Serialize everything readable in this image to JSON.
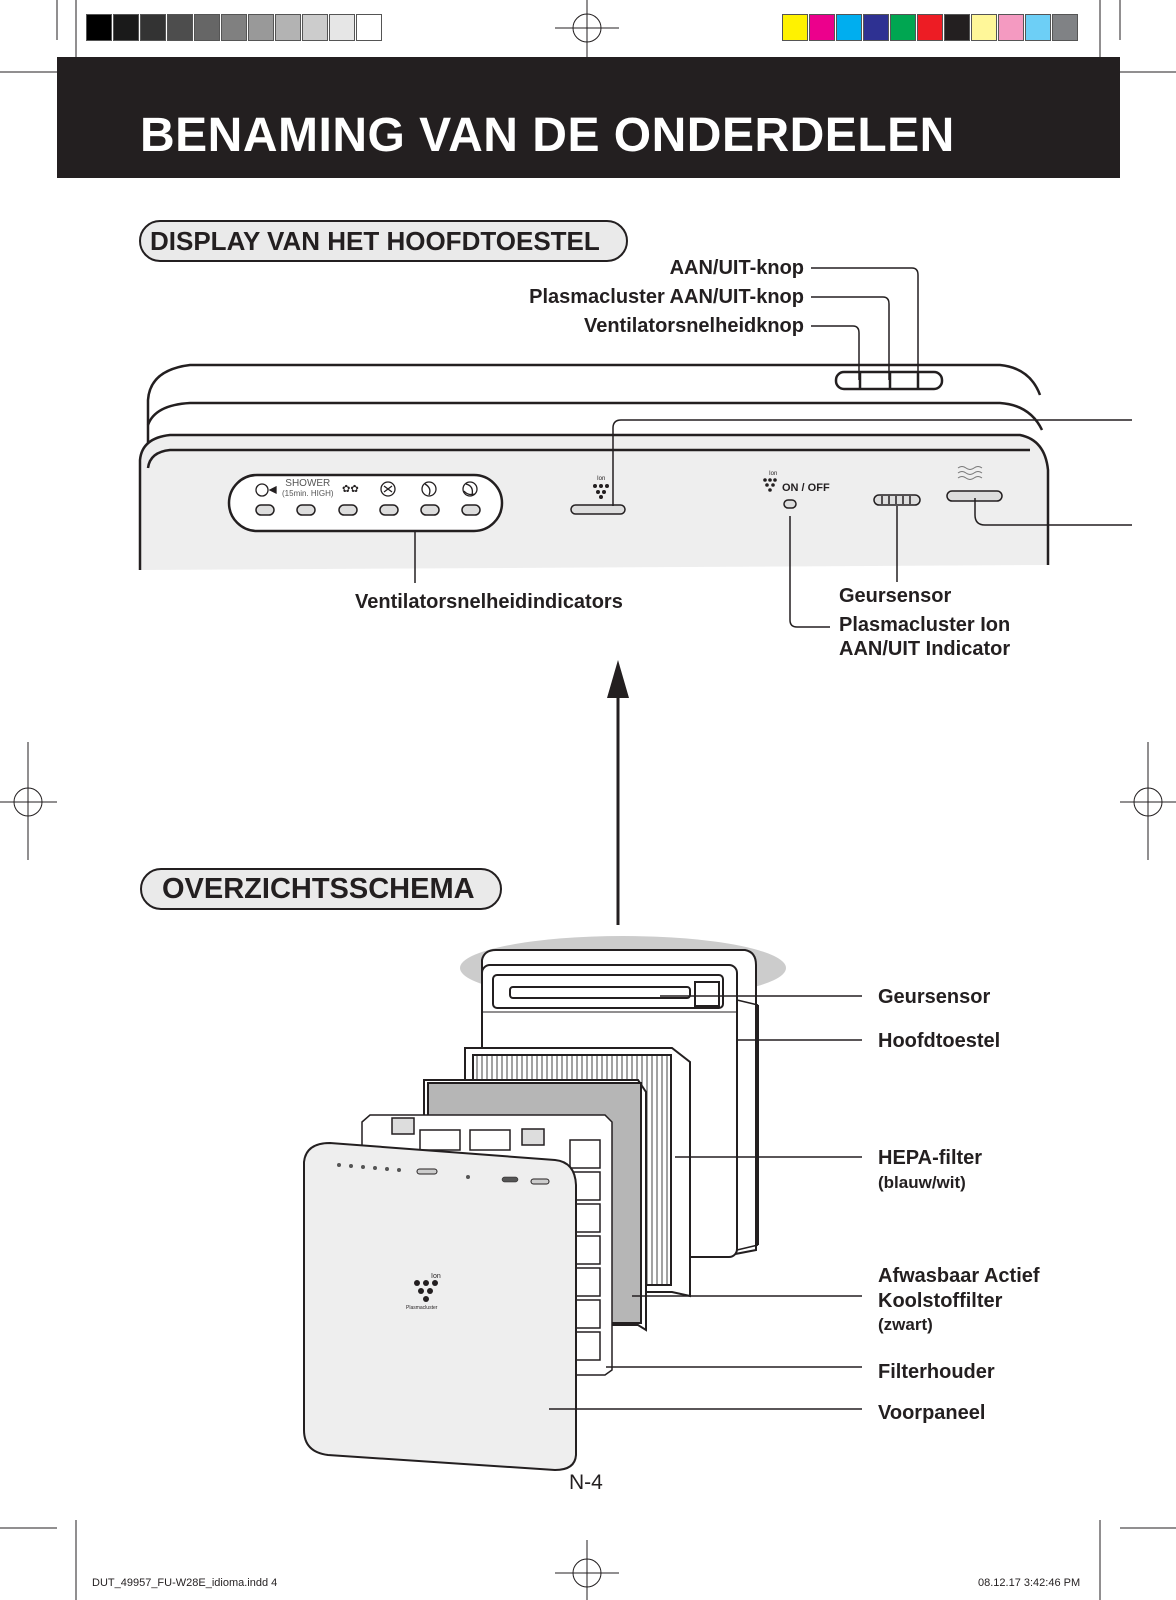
{
  "title": "BENAMING VAN DE ONDERDELEN",
  "section_display": "DISPLAY VAN HET HOOFDTOESTEL",
  "section_overview": "OVERZICHTSSCHEMA",
  "display_labels": {
    "power_button": "AAN/UIT-knop",
    "plasmacluster_button": "Plasmacluster AAN/UIT-knop",
    "fan_speed_button": "Ventilatorsnelheidknop",
    "fan_speed_indicators": "Ventilatorsnelheidindicators",
    "odor_sensor": "Geursensor",
    "ion_indicator_line1": "Plasmacluster Ion",
    "ion_indicator_line2": "AAN/UIT Indicator"
  },
  "panel_text": {
    "shower": "SHOWER",
    "shower_sub": "(15min. HIGH)",
    "ion": "Ion",
    "on_off": "ON / OFF"
  },
  "overview_labels": {
    "odor_sensor": "Geursensor",
    "main_unit": "Hoofdtoestel",
    "hepa_filter": "HEPA-filter",
    "hepa_color": "(blauw/wit)",
    "carbon_filter_line1": "Afwasbaar Actief",
    "carbon_filter_line2": "Koolstoffilter",
    "carbon_color": "(zwart)",
    "filter_holder": "Filterhouder",
    "front_panel": "Voorpaneel"
  },
  "front_panel_text": {
    "ion": "Ion",
    "brand": "Plasmacluster"
  },
  "page_number": "N-4",
  "footer": {
    "file": "DUT_49957_FU-W28E_idioma.indd   4",
    "timestamp": "08.12.17   3:42:46 PM"
  },
  "colors": {
    "gray_swatches": [
      "#000000",
      "#1a1a1a",
      "#333333",
      "#4d4d4d",
      "#666666",
      "#808080",
      "#999999",
      "#b3b3b3",
      "#cccccc",
      "#e6e6e6",
      "#ffffff"
    ],
    "color_swatches": [
      "#fff200",
      "#ec008c",
      "#00aeef",
      "#2e3192",
      "#00a651",
      "#ed1c24",
      "#231f20",
      "#fff799",
      "#f49ac1",
      "#6dcff6",
      "#808285"
    ]
  }
}
